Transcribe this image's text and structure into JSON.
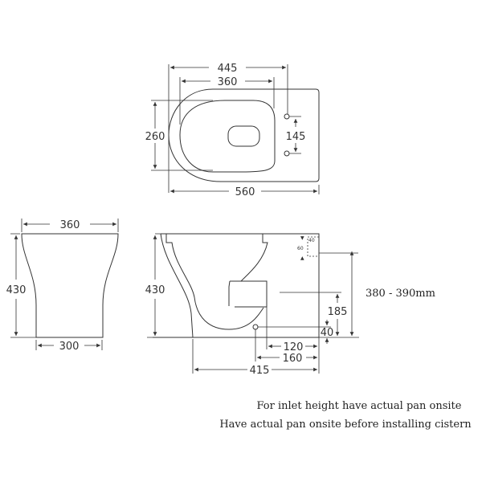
{
  "top_view": {
    "d445": "445",
    "d360": "360",
    "d260": "260",
    "d145": "145",
    "d560": "560"
  },
  "front_view": {
    "d360": "360",
    "d430": "430",
    "d300": "300"
  },
  "side_view": {
    "d430": "430",
    "d40_small": "40",
    "d60_small": "60",
    "d380_390": "380 - 390mm",
    "d185": "185",
    "d40": "40",
    "d120": "120",
    "d160": "160",
    "d415": "415"
  },
  "notes": [
    "For inlet height have actual pan onsite",
    "Have actual pan onsite before installing cistern"
  ]
}
